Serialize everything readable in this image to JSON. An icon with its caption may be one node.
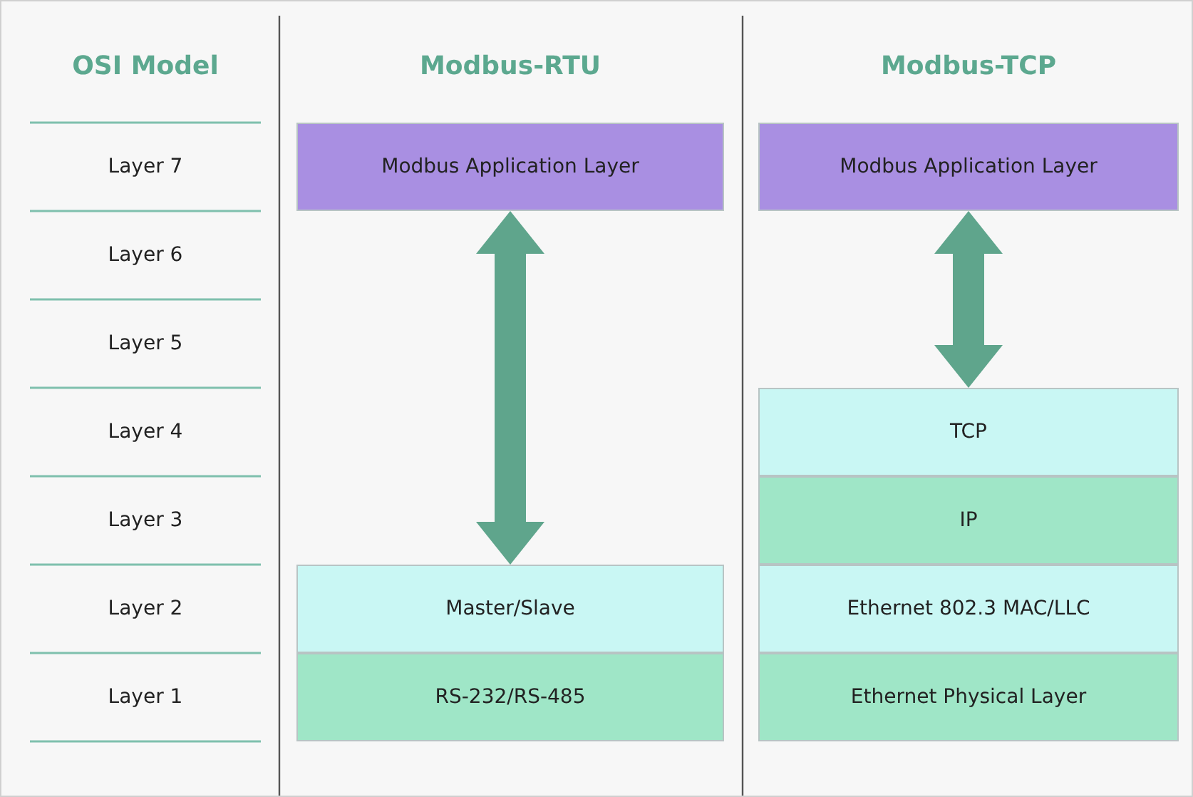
{
  "diagram": {
    "nodes": [
      {
        "text": [
          "Modbus Application Layer"
        ]
      },
      {
        "text": [
          "Master/Slave"
        ]
      },
      {
        "text": [
          "RS-232/RS-485"
        ]
      },
      {
        "text": [
          "Modbus Application Layer"
        ]
      },
      {
        "text": [
          "TCP"
        ]
      },
      {
        "text": [
          "IP"
        ]
      },
      {
        "text": [
          "Ethernet 802.3 MAC/LLC"
        ]
      },
      {
        "text": [
          "Ethernet Physical Layer"
        ]
      }
    ],
    "edges": [
      {
        "from": 0,
        "to": 1,
        "arrow": "both"
      },
      {
        "from": 3,
        "to": 4,
        "arrow": "both"
      }
    ],
    "labels": [
      "OSI Model",
      "Modbus-RTU",
      "Modbus-TCP",
      "Layer 7",
      "Layer 6",
      "Layer 5",
      "Layer 4",
      "Layer 3",
      "Layer 2",
      "Layer 1"
    ]
  }
}
